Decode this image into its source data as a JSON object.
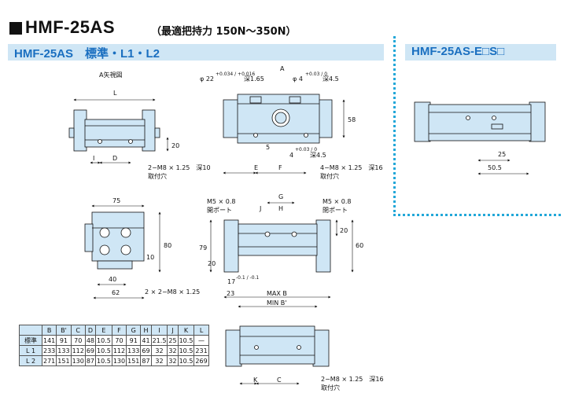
{
  "title": "HMF-25AS",
  "subtitle": "（最適把持力 150N～350N）",
  "band_left_label": "HMF-25AS　標準・L1・L2",
  "band_right_label": "HMF-25AS-E□S□",
  "view_a_label": "A矢視図",
  "dims": {
    "L": "L",
    "D": "D",
    "I": "I",
    "F": "F",
    "E": "E",
    "G": "G",
    "J": "J",
    "H": "H",
    "K": "K",
    "C": "C",
    "A": "A",
    "d20a": "20",
    "d58": "58",
    "d5": "5",
    "d75": "75",
    "d80": "80",
    "d10": "10",
    "d40": "40",
    "d62": "62",
    "d20b": "20",
    "d60": "60",
    "d79": "79",
    "d20c": "20",
    "d23": "23",
    "d17": "17",
    "d25": "25",
    "d50_5": "50.5",
    "phi22": "φ 22",
    "phi22_tol": "+0.034 / +0.016",
    "phi22_depth": "深1.65",
    "phi4": "φ 4",
    "phi4_tol": "+0.03 / 0",
    "phi4_depth": "深4.5",
    "d4": "4",
    "d4_tol": "+0.03 / 0",
    "d4_depth": "深4.5",
    "tol17": "-0.1 / -0.1",
    "m8_depth10": "2−M8 × 1.25　深10",
    "mount_hole": "取付穴",
    "m8_depth16a": "4−M8 × 1.25　深16",
    "m5_left": "M5 × 0.8",
    "m5_right": "M5 × 0.8",
    "port_left": "開ポート",
    "port_right": "閉ポート",
    "m8_front": "2 × 2−M8 × 1.25",
    "max_b": "MAX B",
    "min_b": "MIN B'",
    "m8_depth16b": "2−M8 × 1.25　深16",
    "mount_hole2": "取付穴"
  },
  "table": {
    "headers": [
      "",
      "B",
      "B'",
      "C",
      "D",
      "E",
      "F",
      "G",
      "H",
      "I",
      "J",
      "K",
      "L"
    ],
    "rows": [
      [
        "標準",
        "141",
        "91",
        "70",
        "48",
        "10.5",
        "70",
        "91",
        "41",
        "21.5",
        "25",
        "10.5",
        "—"
      ],
      [
        "L 1",
        "233",
        "133",
        "112",
        "69",
        "10.5",
        "112",
        "133",
        "69",
        "32",
        "32",
        "10.5",
        "231"
      ],
      [
        "L 2",
        "271",
        "151",
        "130",
        "87",
        "10.5",
        "130",
        "151",
        "87",
        "32",
        "32",
        "10.5",
        "269"
      ]
    ]
  },
  "colors": {
    "part_fill": "#cfe6f5",
    "band_fill": "#cfe6f5",
    "band_text": "#1a6fc0",
    "dotted": "#22a7d8"
  }
}
